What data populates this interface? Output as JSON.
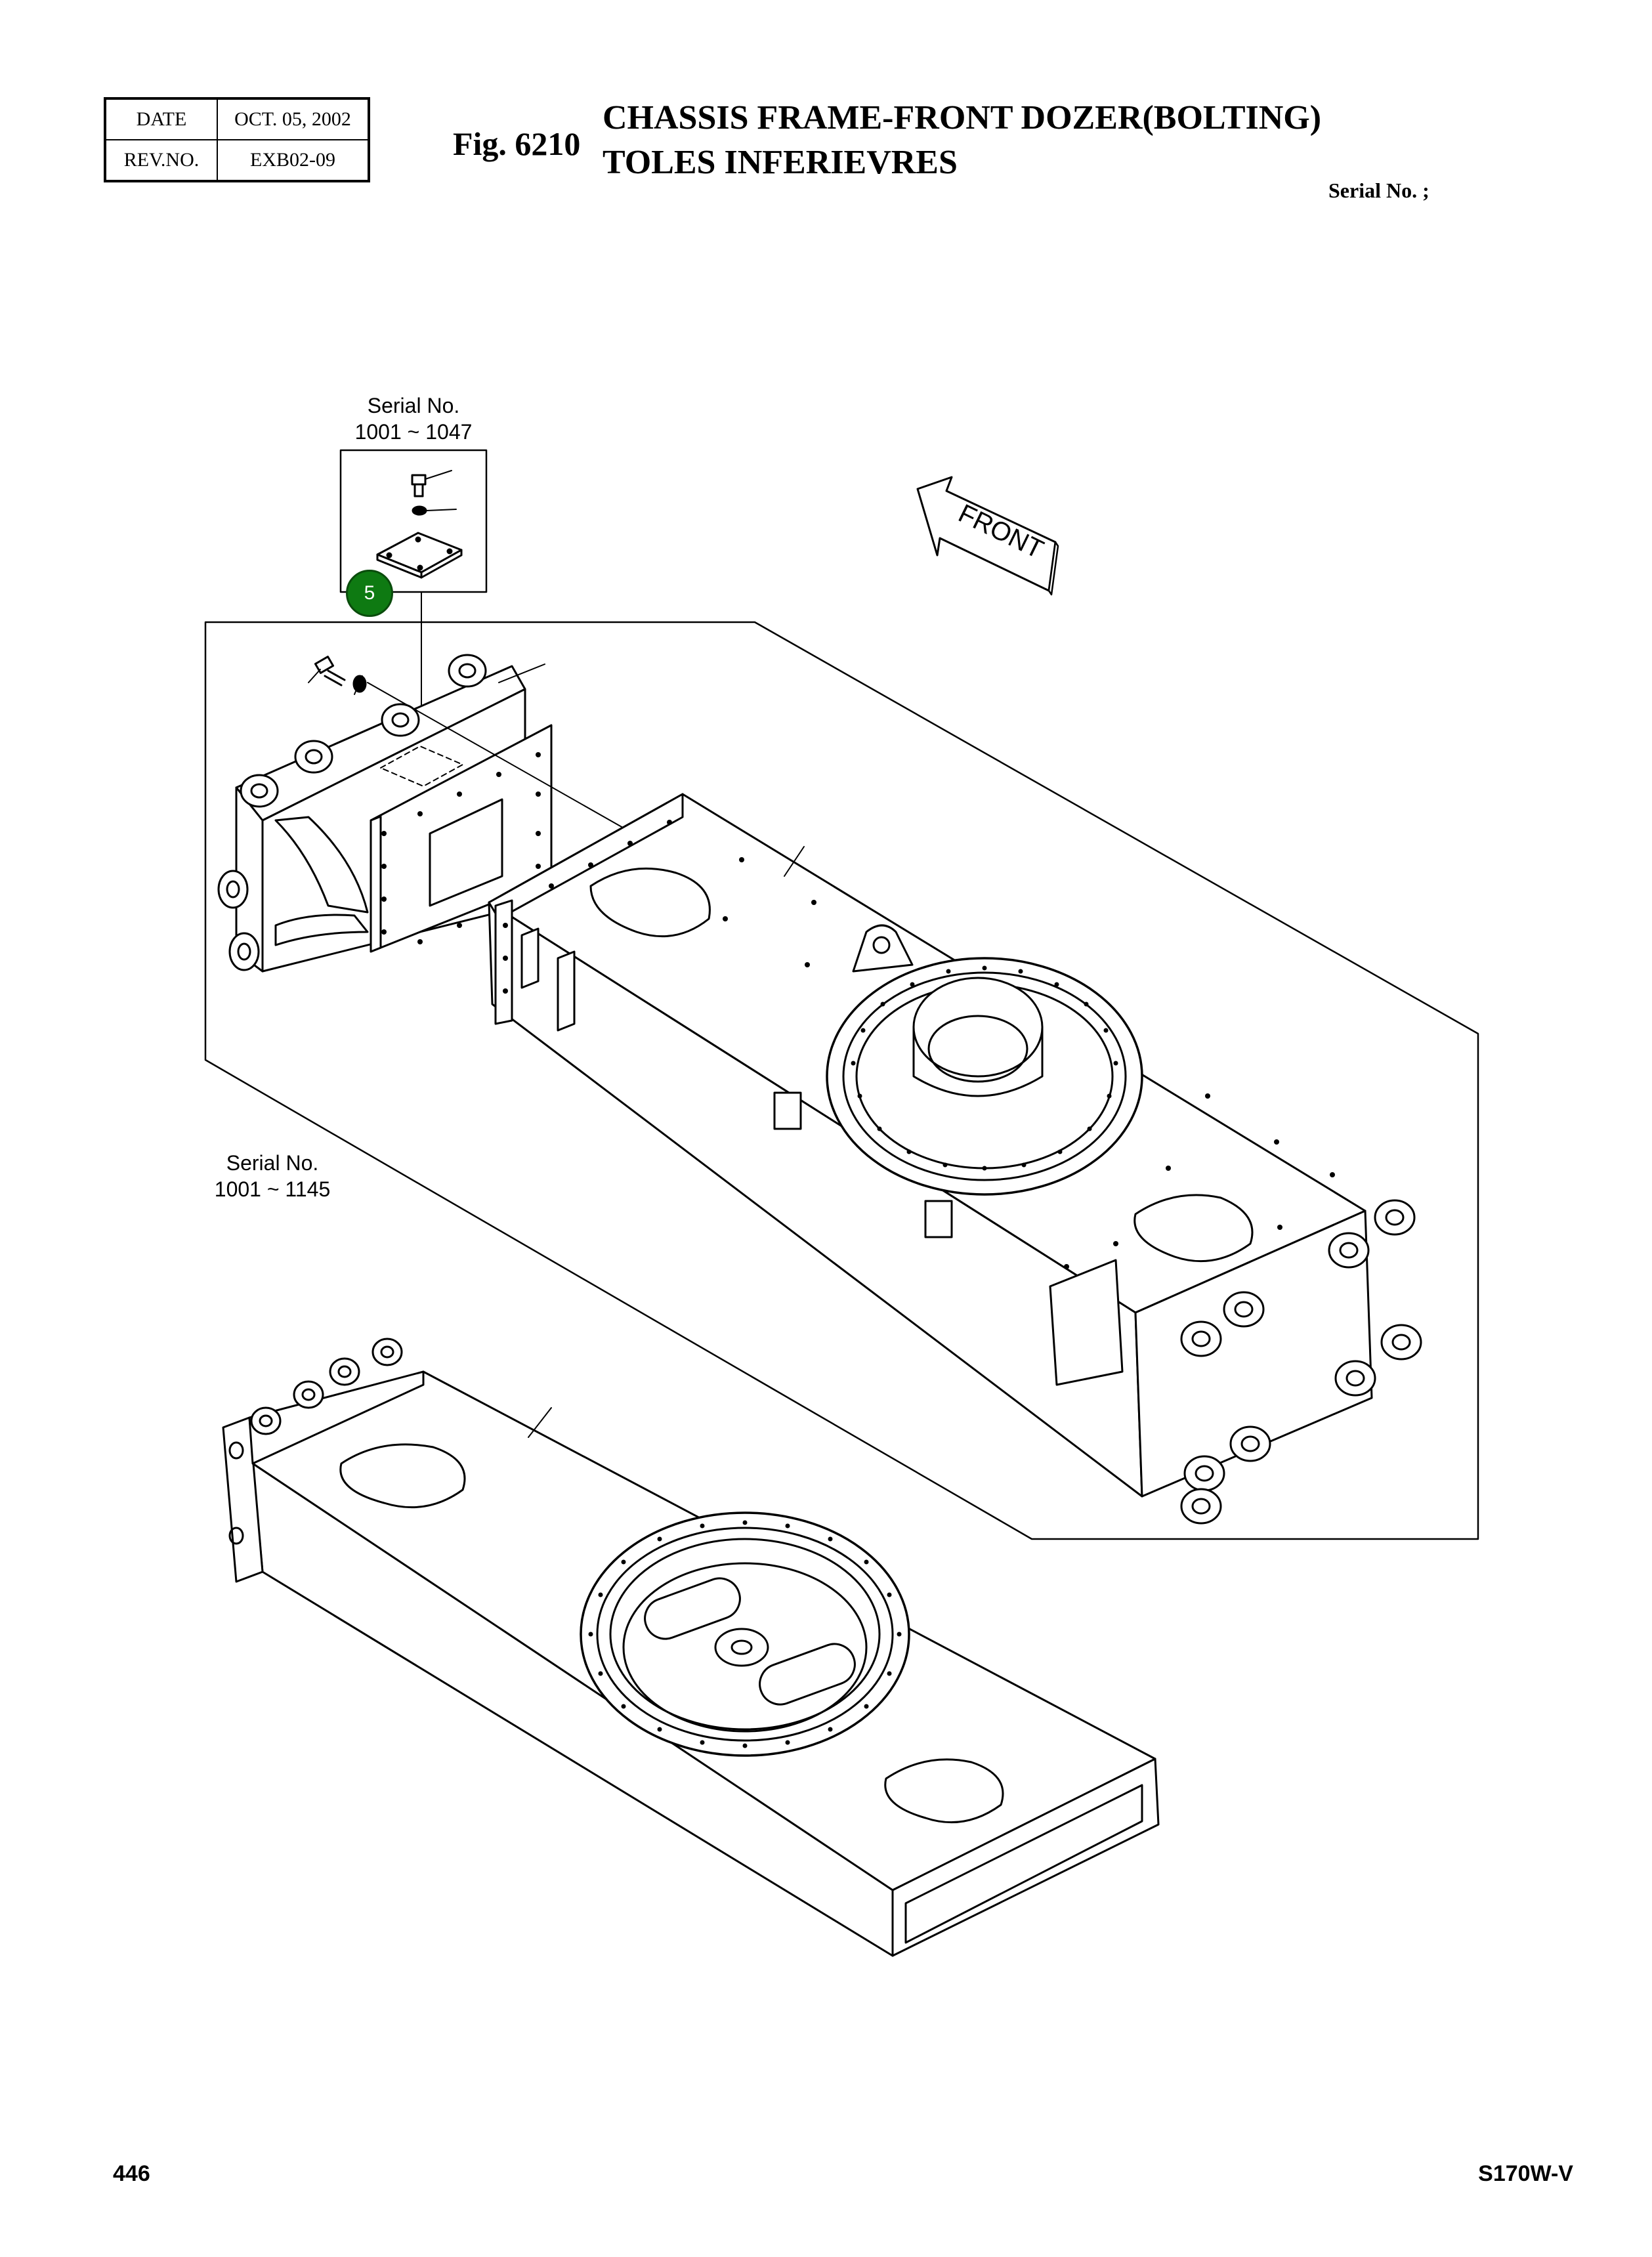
{
  "header": {
    "date_label": "DATE",
    "date_value": "OCT. 05, 2002",
    "rev_label": "REV.NO.",
    "rev_value": "EXB02-09",
    "fig_number": "Fig. 6210",
    "title_line1": "CHASSIS FRAME-FRONT DOZER(BOLTING)",
    "title_line2": "TOLES INFERIEVRES",
    "serial_header": "Serial No. ;"
  },
  "diagram": {
    "inset_serial_label": "Serial No.",
    "inset_serial_range": "1001 ~ 1047",
    "main_serial_label": "Serial No.",
    "main_serial_range": "1001 ~ 1145",
    "front_label": "FRONT",
    "callout_number": "5",
    "callout_color": "#0e7a12"
  },
  "footer": {
    "page_number": "446",
    "model": "S170W-V"
  }
}
